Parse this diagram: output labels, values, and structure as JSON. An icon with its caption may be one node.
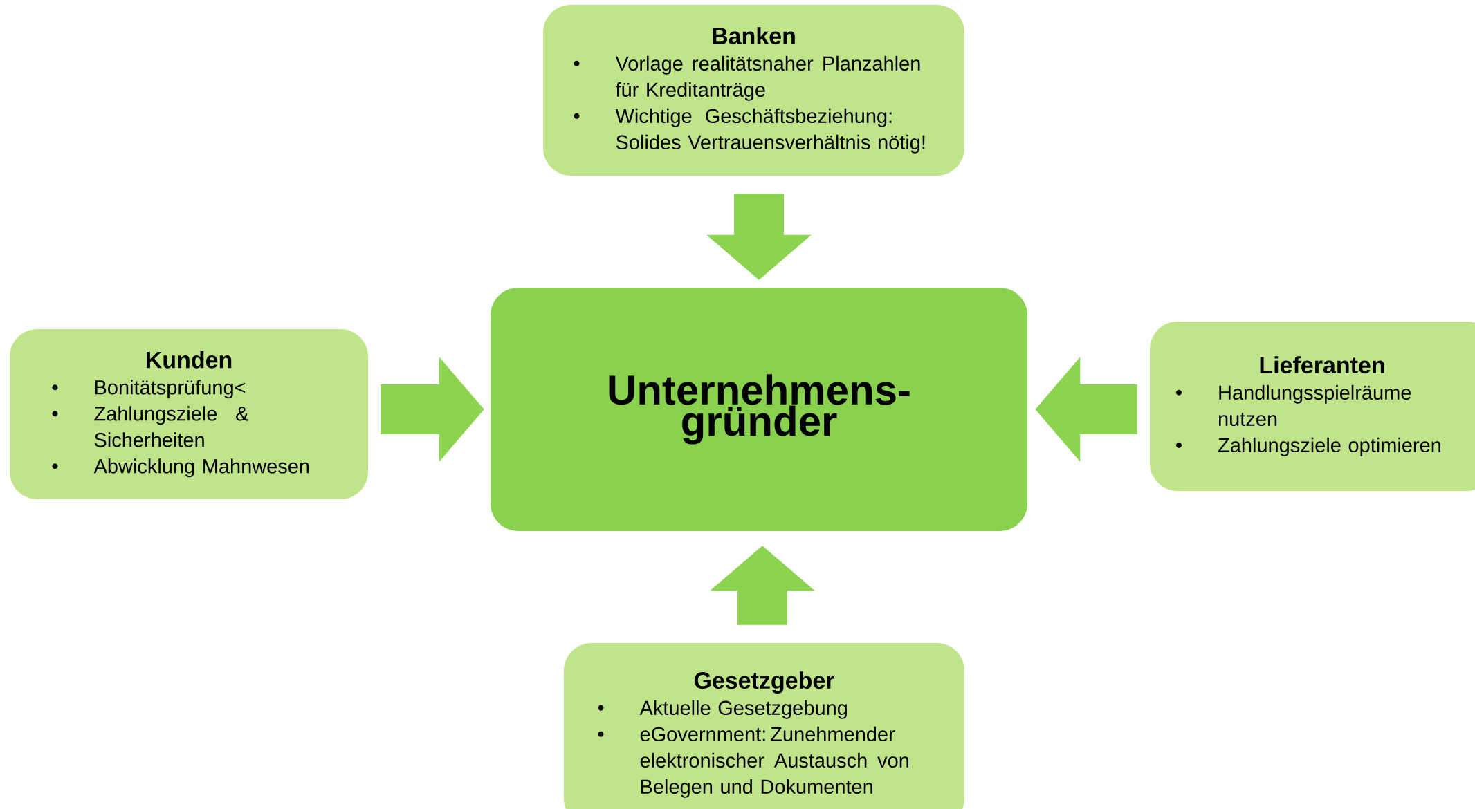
{
  "diagram": {
    "nodes": [
      {
        "text": [
          "Banken",
          "Vorlage realitätsnaher Planzahlen für Kreditanträge",
          "Wichtige Geschäftsbeziehung: Solides Vertrauensverhältnis nötig!"
        ]
      },
      {
        "text": [
          "Kunden",
          "Bonitätsprüfung<",
          "Zahlungsziele & Sicherheiten",
          "Abwicklung Mahnwesen"
        ]
      },
      {
        "text": [
          "Unternehmens-gründer"
        ]
      },
      {
        "text": [
          "Lieferanten",
          "Handlungsspielräume nutzen",
          "Zahlungsziele optimieren"
        ]
      },
      {
        "text": [
          "Gesetzgeber",
          "Aktuelle Gesetzgebung",
          "eGovernment: Zunehmender elektronischer Austausch von Belegen und Dokumenten"
        ]
      }
    ],
    "edges": [
      {
        "from": 0,
        "to": 2,
        "arrow": "to"
      },
      {
        "from": 1,
        "to": 2,
        "arrow": "to"
      },
      {
        "from": 3,
        "to": 2,
        "arrow": "to"
      },
      {
        "from": 4,
        "to": 2,
        "arrow": "to"
      }
    ]
  }
}
